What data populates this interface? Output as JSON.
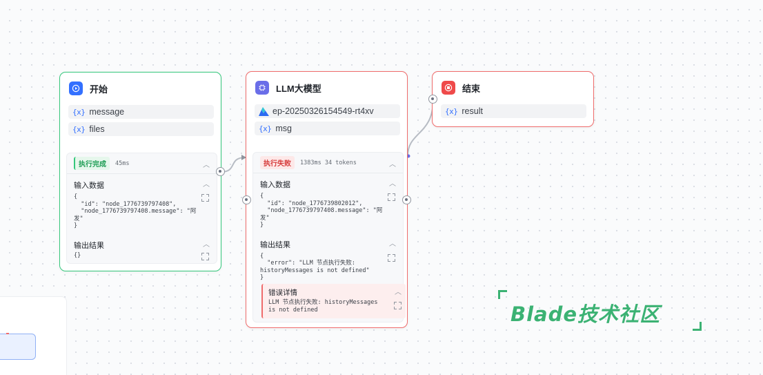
{
  "nodes": {
    "start": {
      "title": "开始",
      "icon": "play-icon",
      "variables": [
        "message",
        "files"
      ],
      "status": "执行完成",
      "duration": "45ms",
      "input_title": "输入数据",
      "input_code": "{\n  \"id\": \"node_1776739797408\",\n  \"node_1776739797408.message\": \"阿\n发\"\n}",
      "output_title": "输出结果",
      "output_code": "{}"
    },
    "llm": {
      "title": "LLM大模型",
      "icon": "llm-chip-icon",
      "model": "ep-20250326154549-rt4xv",
      "model_icon": "model-provider-logo",
      "variables": [
        "msg"
      ],
      "status": "执行失败",
      "meta": "1383ms  34 tokens",
      "input_title": "输入数据",
      "input_code": "{\n  \"id\": \"node_1776739802012\",\n  \"node_1776739797408.message\": \"阿\n发\"\n}",
      "output_title": "输出结果",
      "output_code": "{\n  \"error\": \"LLM 节点执行失败:\nhistoryMessages is not defined\"\n}",
      "error_title": "错误详情",
      "error_message": "LLM 节点执行失败: historyMessages\nis not defined"
    },
    "end": {
      "title": "结束",
      "icon": "stop-icon",
      "variables": [
        "result"
      ]
    }
  },
  "var_icon": "{x}",
  "colors": {
    "success": "#34c77b",
    "error": "#ef6b6b",
    "accent": "#3370ff",
    "watermark": "#3bb273"
  },
  "watermark": "Blade技术社区"
}
